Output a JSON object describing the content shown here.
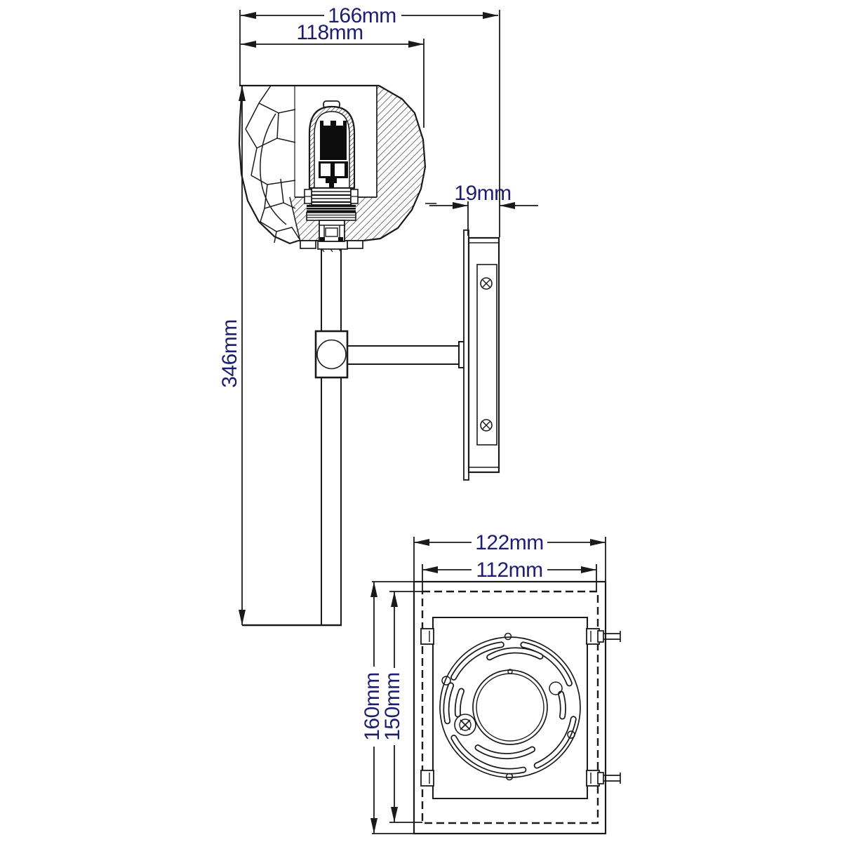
{
  "drawing": {
    "name": "wall-sconce-technical-dimension-drawing",
    "views": {
      "side_view": "fixture side elevation with faceted crystal shade cross-section, stem, arm and wall plate",
      "back_view": "wall mounting plate rear view with circular mounting ring"
    }
  },
  "dimensions": {
    "overall_width": "166mm",
    "shade_width": "118mm",
    "backplate_depth": "19mm",
    "overall_height": "346mm",
    "backplate_outer_width": "122mm",
    "backplate_inner_width": "112mm",
    "backplate_outer_height": "160mm",
    "backplate_inner_height": "150mm"
  },
  "colors": {
    "line": "#1a1a1a",
    "dimension_text": "#1e1e70",
    "background": "#ffffff"
  }
}
